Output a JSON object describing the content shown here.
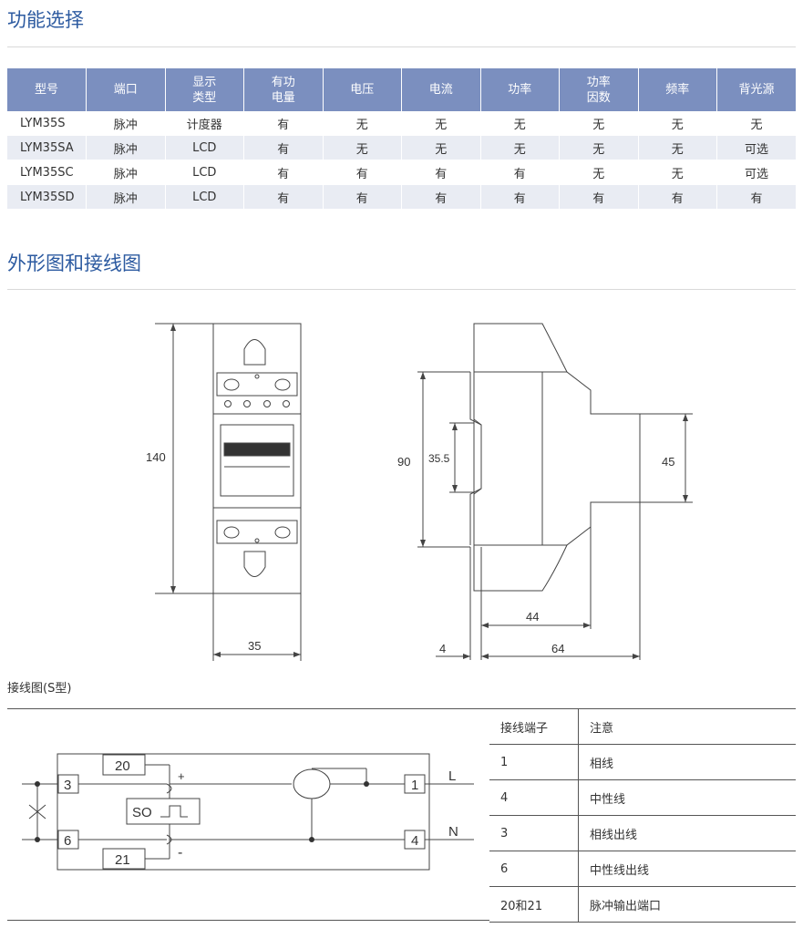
{
  "sections": {
    "function_title": "功能选择",
    "outline_title": "外形图和接线图",
    "wiring_label": "接线图(S型)"
  },
  "spec_table": {
    "headers": [
      [
        "型号"
      ],
      [
        "端口"
      ],
      [
        "显示",
        "类型"
      ],
      [
        "有功",
        "电量"
      ],
      [
        "电压"
      ],
      [
        "电流"
      ],
      [
        "功率"
      ],
      [
        "功率",
        "因数"
      ],
      [
        "频率"
      ],
      [
        "背光源"
      ]
    ],
    "rows": [
      [
        "LYM35S",
        "脉冲",
        "计度器",
        "有",
        "无",
        "无",
        "无",
        "无",
        "无",
        "无"
      ],
      [
        "LYM35SA",
        "脉冲",
        "LCD",
        "有",
        "无",
        "无",
        "无",
        "无",
        "无",
        "可选"
      ],
      [
        "LYM35SC",
        "脉冲",
        "LCD",
        "有",
        "有",
        "有",
        "有",
        "无",
        "无",
        "可选"
      ],
      [
        "LYM35SD",
        "脉冲",
        "LCD",
        "有",
        "有",
        "有",
        "有",
        "有",
        "有",
        "有"
      ]
    ]
  },
  "dimensions": {
    "height": "140",
    "width": "35",
    "side_height": "90",
    "rail": "35.5",
    "step": "45",
    "depth_top": "44",
    "offset": "4",
    "depth": "64"
  },
  "wiring": {
    "terminals": [
      "20",
      "3",
      "6",
      "21",
      "1",
      "4"
    ],
    "so_label": "SO",
    "plus": "+",
    "minus": "-",
    "line_L": "L",
    "line_N": "N"
  },
  "terminal_table": {
    "headers": [
      "接线端子",
      "注意"
    ],
    "rows": [
      [
        "1",
        "相线"
      ],
      [
        "4",
        "中性线"
      ],
      [
        "3",
        "相线出线"
      ],
      [
        "6",
        "中性线出线"
      ],
      [
        "20和21",
        "脉冲输出端口"
      ]
    ]
  },
  "colors": {
    "title": "#2c5aa0",
    "header_bg": "#7b8fbf",
    "row_alt": "#e9ecf3"
  }
}
